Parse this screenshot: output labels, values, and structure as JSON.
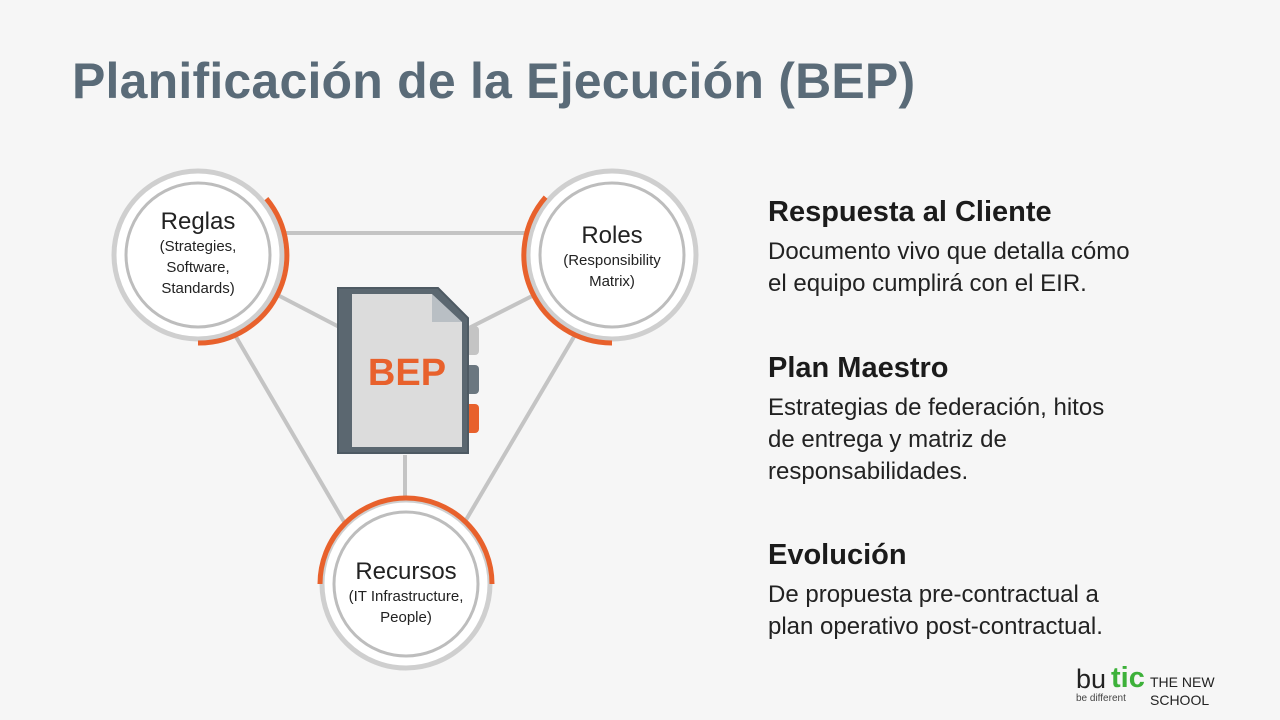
{
  "slide": {
    "title": "Planificación de la Ejecución (BEP)"
  },
  "diagram": {
    "center_label": "BEP",
    "nodes": {
      "reglas": {
        "name": "Reglas",
        "detail": [
          "(Strategies,",
          "Software,",
          "Standards)"
        ]
      },
      "roles": {
        "name": "Roles",
        "detail": [
          "(Responsibility",
          "Matrix)"
        ]
      },
      "recursos": {
        "name": "Recursos",
        "detail": [
          "(IT Infrastructure,",
          "People)"
        ]
      }
    }
  },
  "sections": [
    {
      "heading": "Respuesta al Cliente",
      "body": [
        "Documento vivo que detalla cómo",
        "el equipo cumplirá con el EIR."
      ]
    },
    {
      "heading": "Plan Maestro",
      "body": [
        "Estrategias de federación, hitos",
        "de entrega y matriz de",
        "responsabilidades."
      ]
    },
    {
      "heading": "Evolución",
      "body": [
        "De propuesta pre-contractual a",
        "plan operativo post-contractual."
      ]
    }
  ],
  "logo": {
    "brand_prefix": "bu",
    "brand_highlight": "tic",
    "school": "THE NEW SCHOOL",
    "tagline": "be different"
  },
  "colors": {
    "title": "#5a6b78",
    "accent_orange": "#e8612c",
    "ring_gray": "#c8c8c8",
    "connector_gray": "#c4c4c4",
    "document_dark": "#5b6770",
    "document_page": "#dcdcdc",
    "brand_green": "#3db13a"
  },
  "icons": {
    "center": "document-binder-icon"
  }
}
